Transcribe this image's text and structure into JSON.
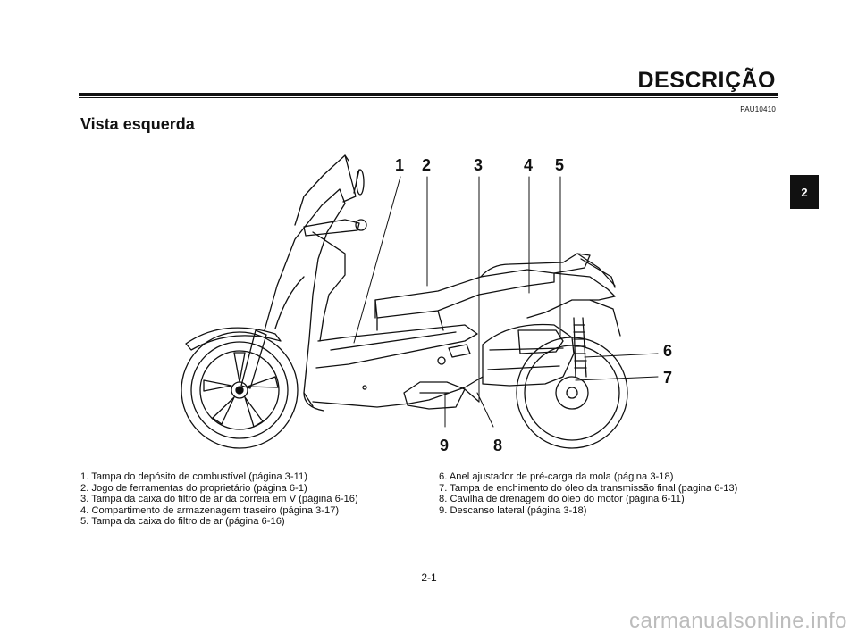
{
  "header": {
    "title": "DESCRIÇÃO"
  },
  "ref_code": "PAU10410",
  "section_title": "Vista esquerda",
  "chapter_tab": "2",
  "figure": {
    "callouts": [
      "1",
      "2",
      "3",
      "4",
      "5",
      "6",
      "7",
      "8",
      "9"
    ]
  },
  "legend": {
    "left": [
      "1. Tampa do depósito de combustível (página 3-11)",
      "2. Jogo de ferramentas do proprietário (página 6-1)",
      "3. Tampa da caixa do filtro de ar da correia em V (página 6-16)",
      "4. Compartimento de armazenagem traseiro (página 3-17)",
      "5. Tampa da caixa do filtro de ar (página 6-16)"
    ],
    "right": [
      "6. Anel ajustador de pré-carga da mola (página 3-18)",
      "7. Tampa de enchimento do óleo da transmissão final (pagina 6-13)",
      "8. Cavilha de drenagem do óleo do motor (página 6-11)",
      "9. Descanso lateral (página 3-18)"
    ]
  },
  "page_number": "2-1",
  "watermark": "carmanualsonline.info"
}
